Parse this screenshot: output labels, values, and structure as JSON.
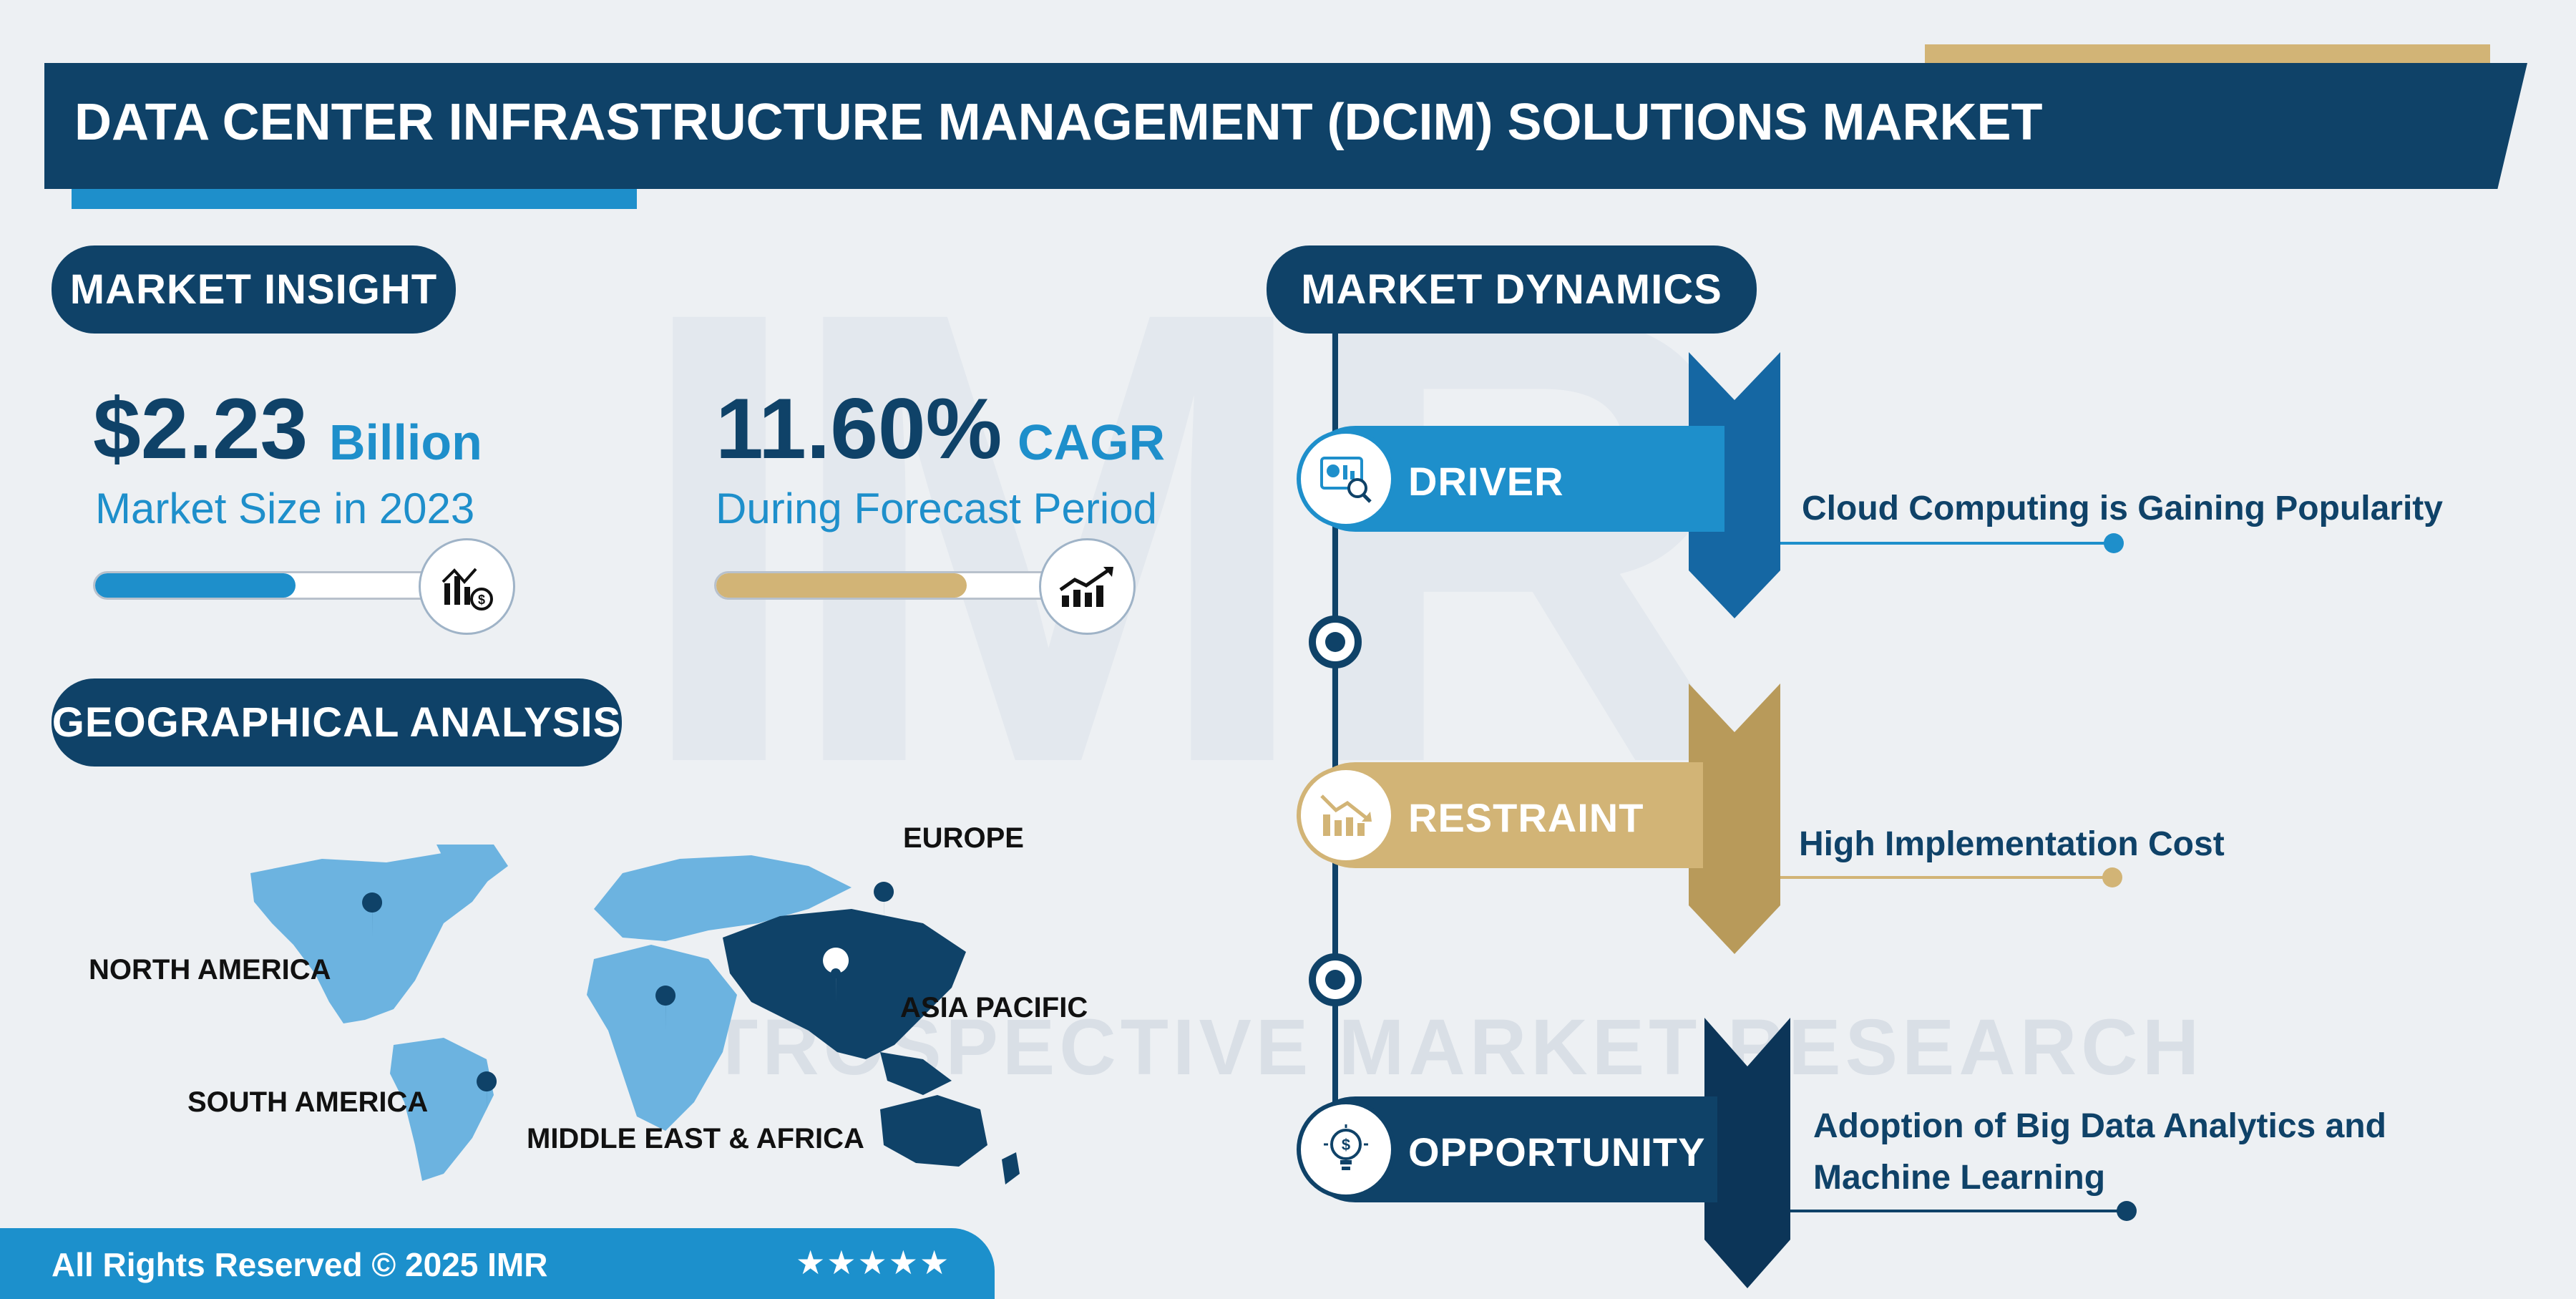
{
  "title": "DATA CENTER INFRASTRUCTURE MANAGEMENT (DCIM) SOLUTIONS MARKET",
  "market_insight": {
    "heading": "MARKET INSIGHT",
    "size": {
      "value": "$2.23",
      "unit": "Billion",
      "label": "Market Size in 2023",
      "icon": "finance-chart-icon"
    },
    "cagr": {
      "value": "11.60%",
      "unit": "CAGR",
      "label": "During Forecast Period",
      "icon": "growth-chart-icon"
    }
  },
  "geographical_analysis": {
    "heading": "GEOGRAPHICAL ANALYSIS",
    "regions": [
      "NORTH AMERICA",
      "SOUTH AMERICA",
      "EUROPE",
      "MIDDLE EAST & AFRICA",
      "ASIA PACIFIC"
    ]
  },
  "market_dynamics": {
    "heading": "MARKET DYNAMICS",
    "items": [
      {
        "label": "DRIVER",
        "description": "Cloud Computing is Gaining Popularity",
        "icon": "analytics-icon"
      },
      {
        "label": "RESTRAINT",
        "description": "High Implementation Cost",
        "icon": "decline-chart-icon"
      },
      {
        "label": "OPPORTUNITY",
        "description_line1": "Adoption of Big Data Analytics and",
        "description_line2": "Machine Learning",
        "icon": "money-idea-icon"
      }
    ]
  },
  "watermark": {
    "logo": "IMR",
    "text": "INTROSPECTIVE MARKET RESEARCH"
  },
  "footer": {
    "text": "All Rights Reserved © 2025 IMR",
    "stars": "★★★★★"
  },
  "colors": {
    "navy": "#0f4268",
    "blue": "#1e8fcb",
    "gold": "#d2b476"
  }
}
